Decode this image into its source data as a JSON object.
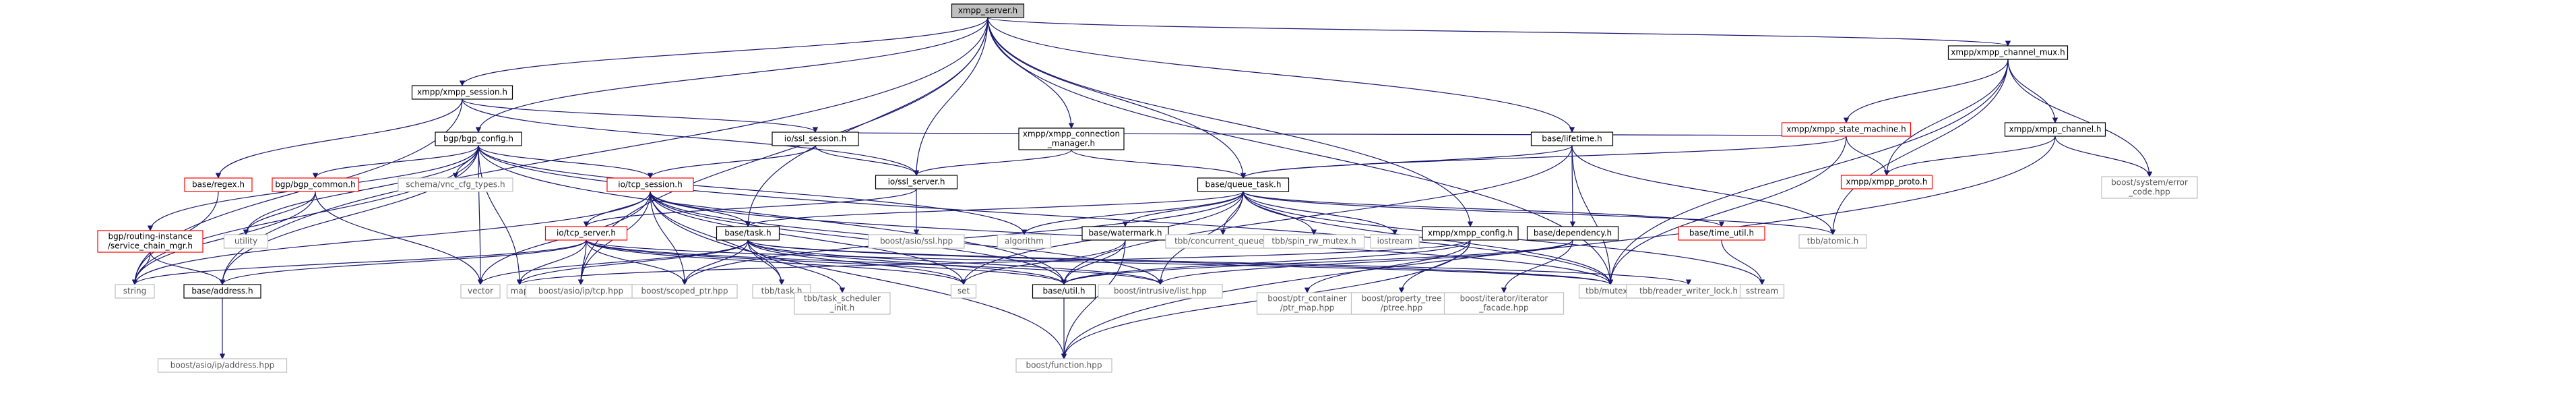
{
  "colors": {
    "edge": "#191970",
    "node_border": "#000000",
    "missing_border": "#bfbfbf",
    "link_border": "#ff0000",
    "root_fill": "#bfbfbf",
    "text": "#000000",
    "missing_text": "#555555"
  },
  "nodes": [
    {
      "id": "xmpp_server",
      "label": "xmpp_server.h",
      "kind": "root"
    },
    {
      "id": "xmpp_session",
      "label": "xmpp/xmpp_session.h",
      "kind": "normal"
    },
    {
      "id": "bgp_config",
      "label": "bgp/bgp_config.h",
      "kind": "normal"
    },
    {
      "id": "xmpp_conn_mgr",
      "label": "xmpp/xmpp_connection\n_manager.h",
      "kind": "normal"
    },
    {
      "id": "xmpp_channel_mux",
      "label": "xmpp/xmpp_channel_mux.h",
      "kind": "normal"
    },
    {
      "id": "xmpp_state_machine",
      "label": "xmpp/xmpp_state_machine.h",
      "kind": "link"
    },
    {
      "id": "xmpp_channel",
      "label": "xmpp/xmpp_channel.h",
      "kind": "normal"
    },
    {
      "id": "boost_system_error",
      "label": "boost/system/error\n_code.hpp",
      "kind": "missing"
    },
    {
      "id": "xmpp_proto",
      "label": "xmpp/xmpp_proto.h",
      "kind": "link"
    },
    {
      "id": "base_regex",
      "label": "base/regex.h",
      "kind": "link"
    },
    {
      "id": "ssl_session",
      "label": "io/ssl_session.h",
      "kind": "normal"
    },
    {
      "id": "ssl_server",
      "label": "io/ssl_server.h",
      "kind": "normal"
    },
    {
      "id": "base_lifetime",
      "label": "base/lifetime.h",
      "kind": "normal"
    },
    {
      "id": "bgp_common",
      "label": "bgp/bgp_common.h",
      "kind": "link"
    },
    {
      "id": "schema_vnc",
      "label": "schema/vnc_cfg_types.h",
      "kind": "missing"
    },
    {
      "id": "tcp_session",
      "label": "io/tcp_session.h",
      "kind": "link"
    },
    {
      "id": "routing_instance",
      "label": "bgp/routing-instance\n/service_chain_mgr.h",
      "kind": "link"
    },
    {
      "id": "queue_task",
      "label": "base/queue_task.h",
      "kind": "normal"
    },
    {
      "id": "boost_asio_ssl",
      "label": "boost/asio/ssl.hpp",
      "kind": "missing"
    },
    {
      "id": "tcp_server",
      "label": "io/tcp_server.h",
      "kind": "link"
    },
    {
      "id": "base_task",
      "label": "base/task.h",
      "kind": "normal"
    },
    {
      "id": "base_watermark",
      "label": "base/watermark.h",
      "kind": "normal"
    },
    {
      "id": "tbb_concurrent_queue",
      "label": "tbb/concurrent_queue.h",
      "kind": "missing"
    },
    {
      "id": "tbb_spin_rw",
      "label": "tbb/spin_rw_mutex.h",
      "kind": "missing"
    },
    {
      "id": "iostream",
      "label": "iostream",
      "kind": "missing"
    },
    {
      "id": "xmpp_config",
      "label": "xmpp/xmpp_config.h",
      "kind": "normal"
    },
    {
      "id": "base_dependency",
      "label": "base/dependency.h",
      "kind": "normal"
    },
    {
      "id": "base_time_util",
      "label": "base/time_util.h",
      "kind": "link"
    },
    {
      "id": "algorithm",
      "label": "algorithm",
      "kind": "missing"
    },
    {
      "id": "tbb_atomic",
      "label": "tbb/atomic.h",
      "kind": "missing"
    },
    {
      "id": "utility",
      "label": "utility",
      "kind": "missing"
    },
    {
      "id": "string",
      "label": "string",
      "kind": "missing"
    },
    {
      "id": "base_address",
      "label": "base/address.h",
      "kind": "normal"
    },
    {
      "id": "vector",
      "label": "vector",
      "kind": "missing"
    },
    {
      "id": "map",
      "label": "map",
      "kind": "missing"
    },
    {
      "id": "boost_asio_tcp",
      "label": "boost/asio/ip/tcp.hpp",
      "kind": "missing"
    },
    {
      "id": "boost_scoped_ptr",
      "label": "boost/scoped_ptr.hpp",
      "kind": "missing"
    },
    {
      "id": "tbb_task",
      "label": "tbb/task.h",
      "kind": "missing"
    },
    {
      "id": "tbb_task_scheduler",
      "label": "tbb/task_scheduler\n_init.h",
      "kind": "missing"
    },
    {
      "id": "set",
      "label": "set",
      "kind": "missing"
    },
    {
      "id": "base_util",
      "label": "base/util.h",
      "kind": "normal"
    },
    {
      "id": "boost_intrusive_list",
      "label": "boost/intrusive/list.hpp",
      "kind": "missing"
    },
    {
      "id": "boost_ptr_container",
      "label": "boost/ptr_container\n/ptr_map.hpp",
      "kind": "missing"
    },
    {
      "id": "boost_property_tree",
      "label": "boost/property_tree\n/ptree.hpp",
      "kind": "missing"
    },
    {
      "id": "boost_iterator_facade",
      "label": "boost/iterator/iterator\n_facade.hpp",
      "kind": "missing"
    },
    {
      "id": "tbb_mutex",
      "label": "tbb/mutex.h",
      "kind": "missing"
    },
    {
      "id": "tbb_reader_writer_lock",
      "label": "tbb/reader_writer_lock.h",
      "kind": "missing"
    },
    {
      "id": "sstream",
      "label": "sstream",
      "kind": "missing"
    },
    {
      "id": "boost_asio_ip_address",
      "label": "boost/asio/ip/address.hpp",
      "kind": "missing"
    },
    {
      "id": "boost_function",
      "label": "boost/function.hpp",
      "kind": "missing"
    }
  ],
  "edges": [
    [
      "xmpp_server",
      "xmpp_session"
    ],
    [
      "xmpp_server",
      "bgp_config"
    ],
    [
      "xmpp_server",
      "xmpp_conn_mgr"
    ],
    [
      "xmpp_server",
      "xmpp_channel_mux"
    ],
    [
      "xmpp_server",
      "base_lifetime"
    ],
    [
      "xmpp_server",
      "queue_task"
    ],
    [
      "xmpp_server",
      "ssl_server"
    ],
    [
      "xmpp_server",
      "xmpp_config"
    ],
    [
      "xmpp_server",
      "base_address"
    ],
    [
      "xmpp_server",
      "base_task"
    ],
    [
      "xmpp_server",
      "boost_asio_tcp"
    ],
    [
      "xmpp_server",
      "tbb_mutex"
    ],
    [
      "xmpp_session",
      "base_regex"
    ],
    [
      "xmpp_session",
      "ssl_session"
    ],
    [
      "xmpp_session",
      "ssl_server"
    ],
    [
      "xmpp_session",
      "string"
    ],
    [
      "bgp_config",
      "bgp_common"
    ],
    [
      "bgp_config",
      "schema_vnc"
    ],
    [
      "bgp_config",
      "tcp_session"
    ],
    [
      "bgp_config",
      "routing_instance"
    ],
    [
      "bgp_config",
      "utility"
    ],
    [
      "bgp_config",
      "string"
    ],
    [
      "bgp_config",
      "base_address"
    ],
    [
      "bgp_config",
      "vector"
    ],
    [
      "bgp_config",
      "map"
    ],
    [
      "bgp_config",
      "algorithm"
    ],
    [
      "bgp_config",
      "base_util"
    ],
    [
      "bgp_config",
      "tbb_mutex"
    ],
    [
      "xmpp_conn_mgr",
      "ssl_server"
    ],
    [
      "xmpp_conn_mgr",
      "queue_task"
    ],
    [
      "xmpp_channel_mux",
      "xmpp_state_machine"
    ],
    [
      "xmpp_channel_mux",
      "xmpp_channel"
    ],
    [
      "xmpp_channel_mux",
      "boost_system_error"
    ],
    [
      "xmpp_channel_mux",
      "xmpp_proto"
    ],
    [
      "xmpp_channel_mux",
      "tbb_atomic"
    ],
    [
      "xmpp_channel_mux",
      "tbb_mutex"
    ],
    [
      "xmpp_state_machine",
      "ssl_session"
    ],
    [
      "xmpp_state_machine",
      "xmpp_proto"
    ],
    [
      "xmpp_state_machine",
      "queue_task"
    ],
    [
      "xmpp_state_machine",
      "tbb_mutex"
    ],
    [
      "xmpp_channel",
      "xmpp_proto"
    ],
    [
      "xmpp_channel",
      "boost_system_error"
    ],
    [
      "xmpp_channel",
      "boost_function"
    ],
    [
      "base_regex",
      "string"
    ],
    [
      "ssl_session",
      "ssl_server"
    ],
    [
      "ssl_session",
      "tcp_session"
    ],
    [
      "ssl_server",
      "boost_asio_ssl"
    ],
    [
      "ssl_server",
      "tcp_server"
    ],
    [
      "base_lifetime",
      "queue_task"
    ],
    [
      "base_lifetime",
      "base_dependency"
    ],
    [
      "base_lifetime",
      "tbb_atomic"
    ],
    [
      "base_lifetime",
      "tbb_mutex"
    ],
    [
      "base_lifetime",
      "base_util"
    ],
    [
      "bgp_common",
      "utility"
    ],
    [
      "bgp_common",
      "string"
    ],
    [
      "bgp_common",
      "vector"
    ],
    [
      "tcp_session",
      "tcp_server"
    ],
    [
      "tcp_session",
      "base_task"
    ],
    [
      "tcp_session",
      "string"
    ],
    [
      "tcp_session",
      "vector"
    ],
    [
      "tcp_session",
      "boost_asio_tcp"
    ],
    [
      "tcp_session",
      "boost_scoped_ptr"
    ],
    [
      "tcp_session",
      "tbb_task"
    ],
    [
      "tcp_session",
      "set"
    ],
    [
      "tcp_session",
      "base_util"
    ],
    [
      "tcp_session",
      "boost_intrusive_list"
    ],
    [
      "tcp_session",
      "tbb_mutex"
    ],
    [
      "tcp_session",
      "boost_function"
    ],
    [
      "routing_instance",
      "base_address"
    ],
    [
      "routing_instance",
      "string"
    ],
    [
      "queue_task",
      "base_task"
    ],
    [
      "queue_task",
      "base_watermark"
    ],
    [
      "queue_task",
      "tbb_concurrent_queue"
    ],
    [
      "queue_task",
      "tbb_spin_rw"
    ],
    [
      "queue_task",
      "iostream"
    ],
    [
      "queue_task",
      "base_time_util"
    ],
    [
      "queue_task",
      "algorithm"
    ],
    [
      "queue_task",
      "tbb_atomic"
    ],
    [
      "queue_task",
      "set"
    ],
    [
      "queue_task",
      "boost_scoped_ptr"
    ],
    [
      "queue_task",
      "boost_intrusive_list"
    ],
    [
      "queue_task",
      "tbb_mutex"
    ],
    [
      "queue_task",
      "sstream"
    ],
    [
      "tcp_server",
      "base_address"
    ],
    [
      "tcp_server",
      "string"
    ],
    [
      "tcp_server",
      "map"
    ],
    [
      "tcp_server",
      "set"
    ],
    [
      "tcp_server",
      "boost_asio_tcp"
    ],
    [
      "tcp_server",
      "boost_scoped_ptr"
    ],
    [
      "tcp_server",
      "base_util"
    ],
    [
      "tcp_server",
      "boost_intrusive_list"
    ],
    [
      "tcp_server",
      "tbb_mutex"
    ],
    [
      "base_task",
      "map"
    ],
    [
      "base_task",
      "vector"
    ],
    [
      "base_task",
      "boost_scoped_ptr"
    ],
    [
      "base_task",
      "tbb_task"
    ],
    [
      "base_task",
      "tbb_task_scheduler"
    ],
    [
      "base_task",
      "set"
    ],
    [
      "base_task",
      "base_util"
    ],
    [
      "base_task",
      "boost_intrusive_list"
    ],
    [
      "base_task",
      "tbb_mutex"
    ],
    [
      "base_task",
      "tbb_reader_writer_lock"
    ],
    [
      "base_watermark",
      "set"
    ],
    [
      "base_watermark",
      "base_util"
    ],
    [
      "base_watermark",
      "boost_function"
    ],
    [
      "xmpp_config",
      "map"
    ],
    [
      "xmpp_config",
      "base_util"
    ],
    [
      "xmpp_config",
      "boost_ptr_container"
    ],
    [
      "xmpp_config",
      "boost_property_tree"
    ],
    [
      "xmpp_config",
      "boost_function"
    ],
    [
      "base_dependency",
      "boost_intrusive_list"
    ],
    [
      "base_dependency",
      "boost_iterator_facade"
    ],
    [
      "base_dependency",
      "base_util"
    ],
    [
      "base_time_util",
      "sstream"
    ],
    [
      "base_address",
      "boost_asio_ip_address"
    ],
    [
      "base_util",
      "boost_function"
    ]
  ]
}
